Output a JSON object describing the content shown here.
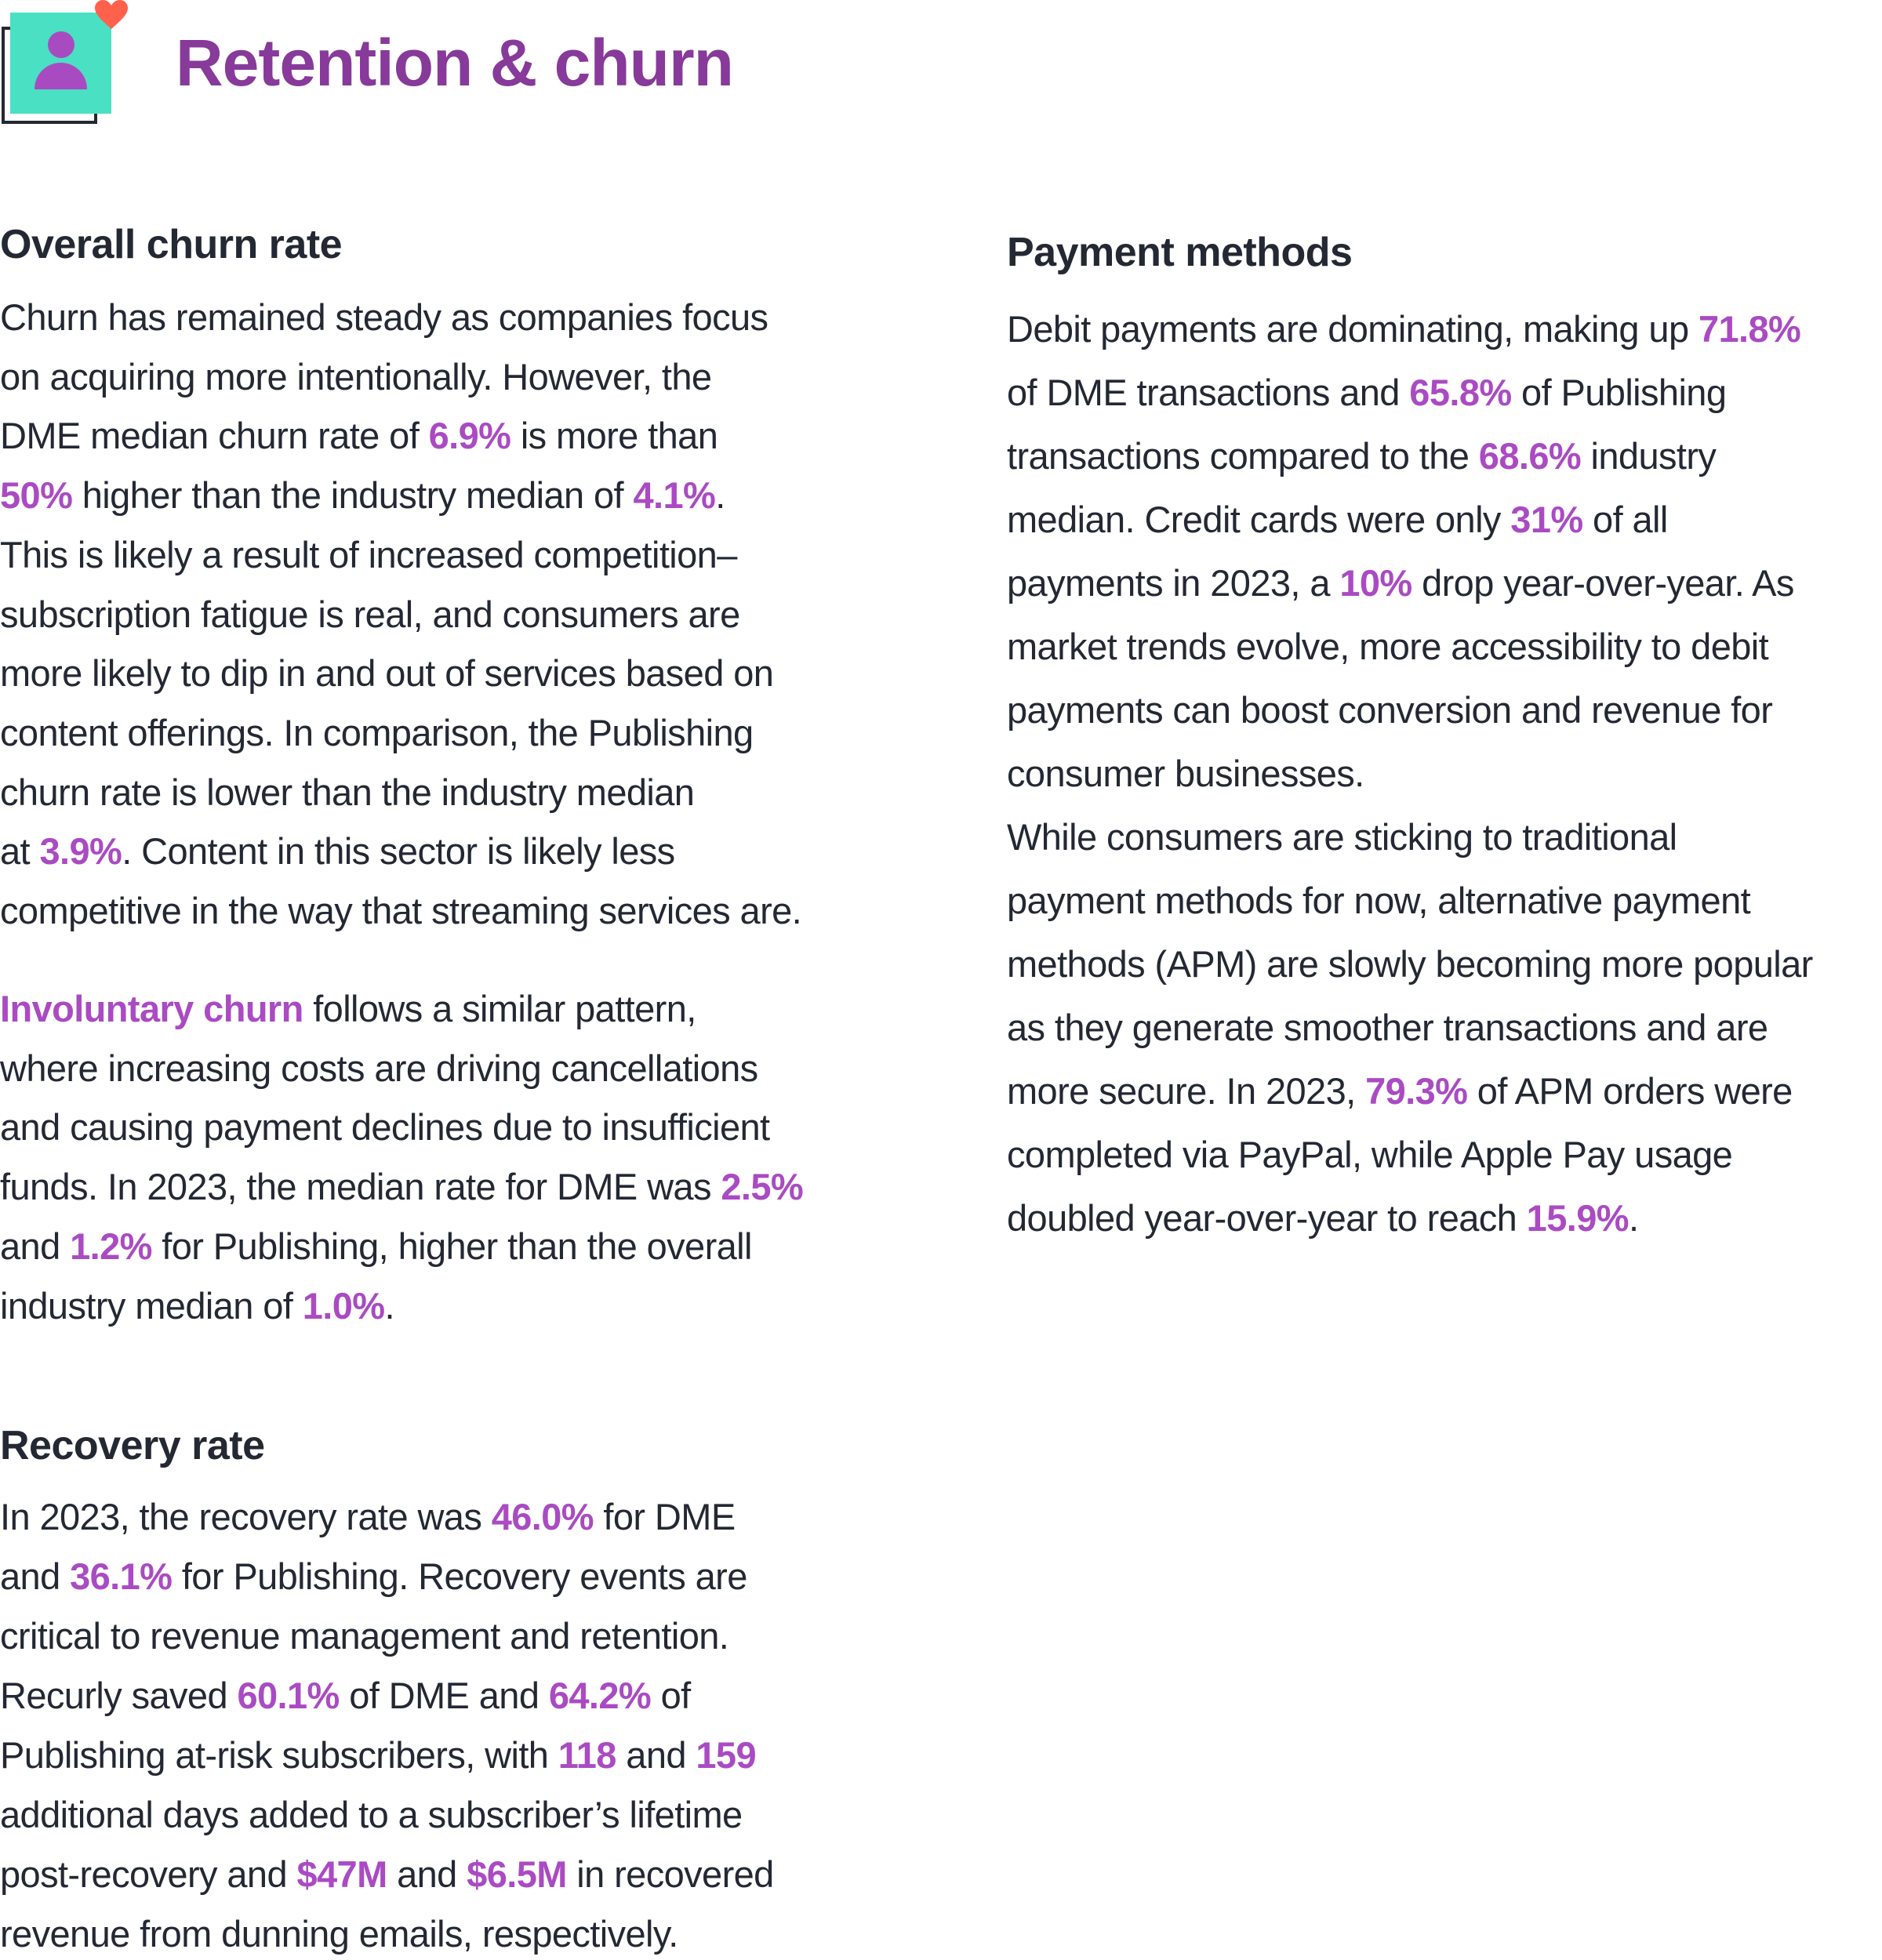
{
  "header": {
    "title": "Retention & churn",
    "icon": "user-heart-icon",
    "colors": {
      "title": "#873A9A",
      "icon_card": "#4AE0C3",
      "icon_user": "#A94BC0",
      "heart": "#FF614D",
      "outline": "#232833"
    }
  },
  "colors": {
    "text": "#232833",
    "highlight": "#AA4BC3"
  },
  "sections": {
    "overall_churn": {
      "heading": "Overall churn rate",
      "lines": [
        [
          {
            "t": "Churn has remained steady as companies focus"
          }
        ],
        [
          {
            "t": "on acquiring more intentionally. However, the"
          }
        ],
        [
          {
            "t": "DME median churn rate of "
          },
          {
            "t": "6.9%",
            "hl": true
          },
          {
            "t": " is more than"
          }
        ],
        [
          {
            "t": "50%",
            "hl": true
          },
          {
            "t": " higher than the industry median of "
          },
          {
            "t": "4.1%",
            "hl": true
          },
          {
            "t": "."
          }
        ],
        [
          {
            "t": "This is likely a result of increased competition–"
          }
        ],
        [
          {
            "t": "subscription fatigue is real, and consumers are"
          }
        ],
        [
          {
            "t": "more likely to dip in and out of services based on"
          }
        ],
        [
          {
            "t": "content offerings. In comparison, the Publishing"
          }
        ],
        [
          {
            "t": "churn rate is lower than the industry median"
          }
        ],
        [
          {
            "t": "at "
          },
          {
            "t": "3.9%",
            "hl": true
          },
          {
            "t": ". Content in this sector is likely less"
          }
        ],
        [
          {
            "t": "competitive in the way that streaming services are."
          }
        ]
      ],
      "involuntary_lines": [
        [
          {
            "t": "Involuntary churn",
            "hl": true
          },
          {
            "t": " follows a similar pattern,"
          }
        ],
        [
          {
            "t": "where increasing costs are driving cancellations"
          }
        ],
        [
          {
            "t": "and causing payment declines due to insufficient"
          }
        ],
        [
          {
            "t": "funds. In 2023, the median rate for DME was "
          },
          {
            "t": "2.5%",
            "hl": true
          }
        ],
        [
          {
            "t": "and "
          },
          {
            "t": "1.2%",
            "hl": true
          },
          {
            "t": " for Publishing, higher than the overall"
          }
        ],
        [
          {
            "t": "industry median of "
          },
          {
            "t": "1.0%",
            "hl": true
          },
          {
            "t": "."
          }
        ]
      ]
    },
    "recovery_rate": {
      "heading": "Recovery rate",
      "lines": [
        [
          {
            "t": "In 2023, the recovery rate was "
          },
          {
            "t": "46.0%",
            "hl": true
          },
          {
            "t": " for DME"
          }
        ],
        [
          {
            "t": "and "
          },
          {
            "t": "36.1%",
            "hl": true
          },
          {
            "t": " for Publishing. Recovery events are"
          }
        ],
        [
          {
            "t": "critical to revenue management and retention."
          }
        ],
        [
          {
            "t": "Recurly saved "
          },
          {
            "t": "60.1%",
            "hl": true
          },
          {
            "t": " of DME and "
          },
          {
            "t": "64.2%",
            "hl": true
          },
          {
            "t": " of"
          }
        ],
        [
          {
            "t": "Publishing at-risk subscribers, with "
          },
          {
            "t": "118",
            "hl": true
          },
          {
            "t": " and "
          },
          {
            "t": "159",
            "hl": true
          }
        ],
        [
          {
            "t": "additional days added to a subscriber’s lifetime"
          }
        ],
        [
          {
            "t": "post-recovery and "
          },
          {
            "t": "$47M",
            "hl": true
          },
          {
            "t": " and "
          },
          {
            "t": "$6.5M",
            "hl": true
          },
          {
            "t": " in recovered"
          }
        ],
        [
          {
            "t": "revenue from dunning emails, respectively."
          }
        ]
      ]
    },
    "payment_methods": {
      "heading": "Payment methods",
      "lines": [
        [
          {
            "t": "Debit payments are dominating, making up "
          },
          {
            "t": "71.8%",
            "hl": true
          }
        ],
        [
          {
            "t": "of DME transactions and "
          },
          {
            "t": "65.8%",
            "hl": true
          },
          {
            "t": " of Publishing"
          }
        ],
        [
          {
            "t": "transactions compared to the "
          },
          {
            "t": "68.6%",
            "hl": true
          },
          {
            "t": " industry"
          }
        ],
        [
          {
            "t": "median. Credit cards were only "
          },
          {
            "t": "31%",
            "hl": true
          },
          {
            "t": " of all"
          }
        ],
        [
          {
            "t": "payments in 2023, a "
          },
          {
            "t": "10%",
            "hl": true
          },
          {
            "t": " drop year-over-year. As"
          }
        ],
        [
          {
            "t": "market trends evolve, more accessibility to debit"
          }
        ],
        [
          {
            "t": "payments can boost conversion and revenue for"
          }
        ],
        [
          {
            "t": "consumer businesses."
          }
        ],
        [
          {
            "t": "While consumers are sticking to traditional"
          }
        ],
        [
          {
            "t": "payment methods for now, alternative payment"
          }
        ],
        [
          {
            "t": "methods (APM) are slowly becoming more popular"
          }
        ],
        [
          {
            "t": "as they generate smoother transactions and are"
          }
        ],
        [
          {
            "t": "more secure. In 2023, "
          },
          {
            "t": "79.3%",
            "hl": true
          },
          {
            "t": " of APM orders were"
          }
        ],
        [
          {
            "t": "completed via PayPal, while Apple Pay usage"
          }
        ],
        [
          {
            "t": "doubled year-over-year to reach "
          },
          {
            "t": "15.9%",
            "hl": true
          },
          {
            "t": "."
          }
        ]
      ]
    }
  }
}
